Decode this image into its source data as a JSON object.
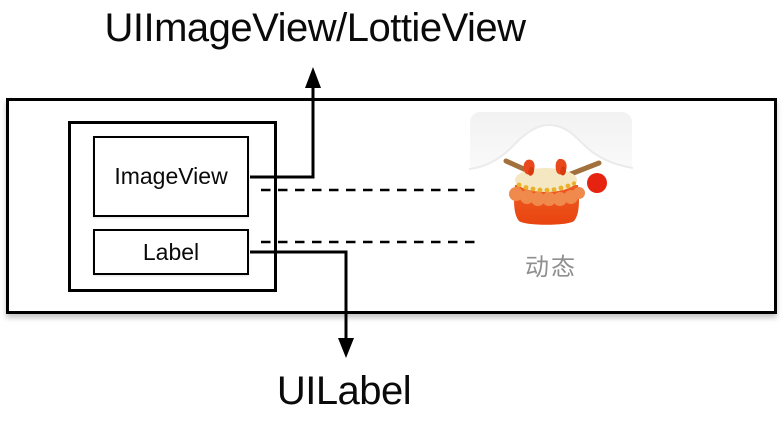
{
  "diagram": {
    "title": "UIImageView/LottieView",
    "bottom_label": "UILabel",
    "hierarchy": {
      "imageview_box_label": "ImageView",
      "label_box_label": "Label"
    },
    "preview": {
      "caption": "动态",
      "icon": "chinese-drum-icon",
      "has_red_badge": true
    },
    "connectors": {
      "imageview_to_title": "solid-arrow-up",
      "label_to_bottom": "solid-arrow-down",
      "imageview_to_icon": "dashed-line",
      "label_to_caption": "dashed-line"
    },
    "colors": {
      "line": "#000000",
      "text": "#0a0a0a",
      "caption_gray": "#8f8f8f",
      "thumb_background": "#f3f3f4",
      "drum_body": "#ee4e1c",
      "drum_scallop": "#ef8a4c",
      "drum_head": "#f5e7c1",
      "drum_dots": "#e9b02a",
      "drum_sticks": "#a1703c",
      "flame": "#e8481b",
      "badge_red": "#e52310"
    }
  }
}
